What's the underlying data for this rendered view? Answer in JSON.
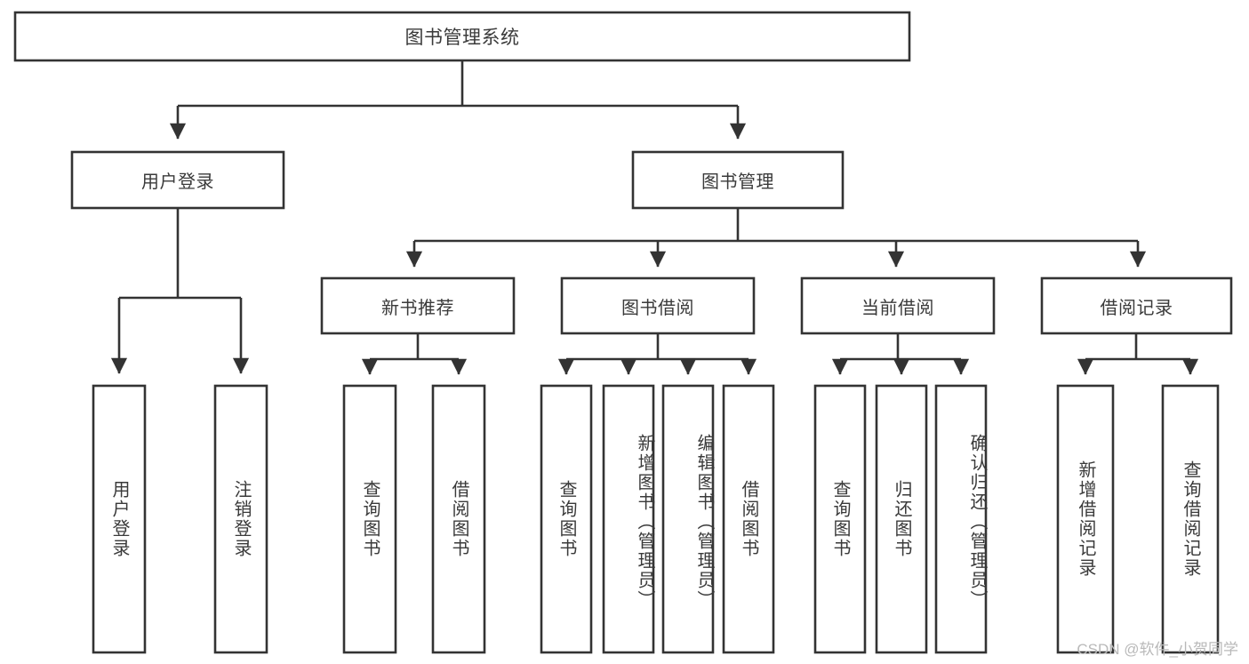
{
  "diagram": {
    "type": "tree",
    "title": "图书管理系统",
    "watermark": "CSDN @软件_小贺同学",
    "colors": {
      "stroke": "#333333",
      "box_fill": "#ffffff",
      "text": "#3a3a3a",
      "background": "#ffffff",
      "watermark": "#b9b9b9"
    },
    "levels": 4,
    "root": {
      "id": "root",
      "label": "图书管理系统"
    },
    "level2": [
      {
        "id": "user-login",
        "label": "用户登录"
      },
      {
        "id": "book-manage",
        "label": "图书管理"
      }
    ],
    "level3": [
      {
        "id": "new-book-rec",
        "label": "新书推荐",
        "parent": "book-manage"
      },
      {
        "id": "book-borrow",
        "label": "图书借阅",
        "parent": "book-manage"
      },
      {
        "id": "current-borrow",
        "label": "当前借阅",
        "parent": "book-manage"
      },
      {
        "id": "borrow-record",
        "label": "借阅记录",
        "parent": "book-manage"
      }
    ],
    "leaves": {
      "user-login": [
        {
          "id": "leaf-user-login",
          "label": "用户登录"
        },
        {
          "id": "leaf-logout",
          "label": "注销登录"
        }
      ],
      "new-book-rec": [
        {
          "id": "leaf-query-book-1",
          "label": "查询图书"
        },
        {
          "id": "leaf-borrow-book-1",
          "label": "借阅图书"
        }
      ],
      "book-borrow": [
        {
          "id": "leaf-query-book-2",
          "label": "查询图书"
        },
        {
          "id": "leaf-add-book",
          "label": "新增图书（管理员）"
        },
        {
          "id": "leaf-edit-book",
          "label": "编辑图书（管理员）"
        },
        {
          "id": "leaf-borrow-book-2",
          "label": "借阅图书"
        }
      ],
      "current-borrow": [
        {
          "id": "leaf-query-book-3",
          "label": "查询图书"
        },
        {
          "id": "leaf-return-book",
          "label": "归还图书"
        },
        {
          "id": "leaf-confirm-return",
          "label": "确认归还（管理员）"
        }
      ],
      "borrow-record": [
        {
          "id": "leaf-add-record",
          "label": "新增借阅记录"
        },
        {
          "id": "leaf-query-record",
          "label": "查询借阅记录"
        }
      ]
    }
  }
}
